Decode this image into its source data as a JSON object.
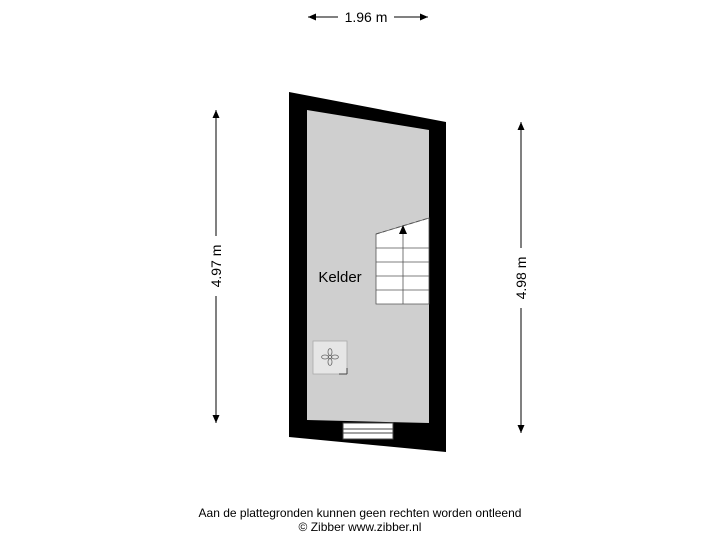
{
  "dimensions": {
    "width_top": "1.96 m",
    "height_left": "4.97 m",
    "height_right": "4.98 m"
  },
  "rooms": [
    {
      "label": "Kelder"
    }
  ],
  "footer": {
    "disclaimer": "Aan de plattegronden kunnen geen rechten worden ontleend",
    "copyright": "© Zibber www.zibber.nl"
  },
  "colors": {
    "wall": "#000000",
    "floor": "#cfcfcf",
    "stairs": "#ffffff",
    "fixture": "#e6e6e6"
  },
  "icons": {
    "stairs_arrow": "arrow-up-icon",
    "fixture": "fan-icon"
  }
}
